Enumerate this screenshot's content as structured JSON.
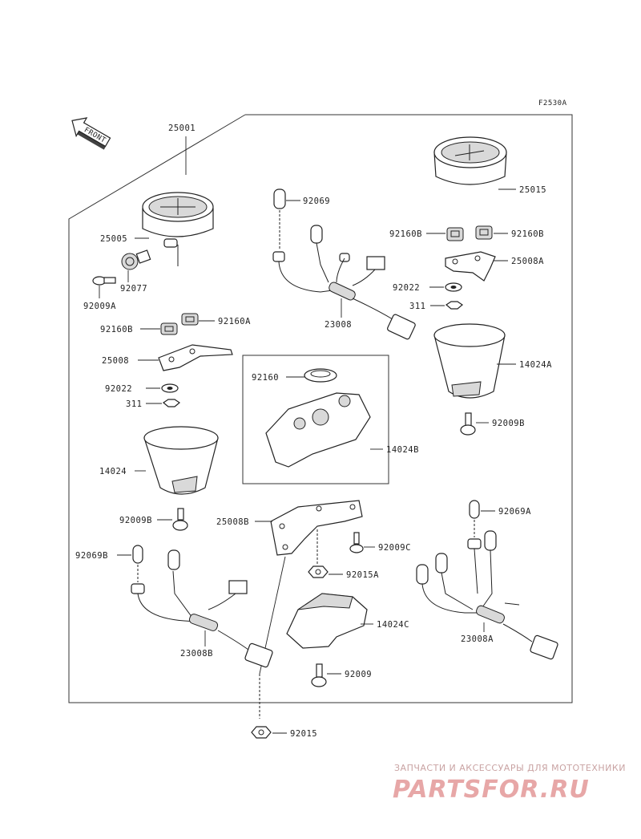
{
  "diagram_code": "F2530A",
  "direction_label": "FRONT",
  "part_labels": {
    "p25001": "25001",
    "p25005": "25005",
    "p92077": "92077",
    "p92009A": "92009A",
    "p92160B_left": "92160B",
    "p92160A": "92160A",
    "p25008": "25008",
    "p92022_left": "92022",
    "p311_left": "311",
    "p14024": "14024",
    "p92009B_left": "92009B",
    "p92069": "92069",
    "p23008": "23008",
    "p92160": "92160",
    "p14024B": "14024B",
    "p25015": "25015",
    "p92160B_r1": "92160B",
    "p92160B_r2": "92160B",
    "p25008A": "25008A",
    "p92022_right": "92022",
    "p311_right": "311",
    "p14024A": "14024A",
    "p92009B_right": "92009B",
    "p25008B": "25008B",
    "p92009C": "92009C",
    "p92015A": "92015A",
    "p14024C": "14024C",
    "p92009": "92009",
    "p92069A": "92069A",
    "p23008A": "23008A",
    "p92069B": "92069B",
    "p23008B": "23008B",
    "p92015": "92015"
  },
  "watermark": {
    "caption": "ЗАПЧАСТИ И АКСЕССУАРЫ ДЛЯ МОТОТЕХНИКИ",
    "brand": "PARTSFOR.RU"
  }
}
